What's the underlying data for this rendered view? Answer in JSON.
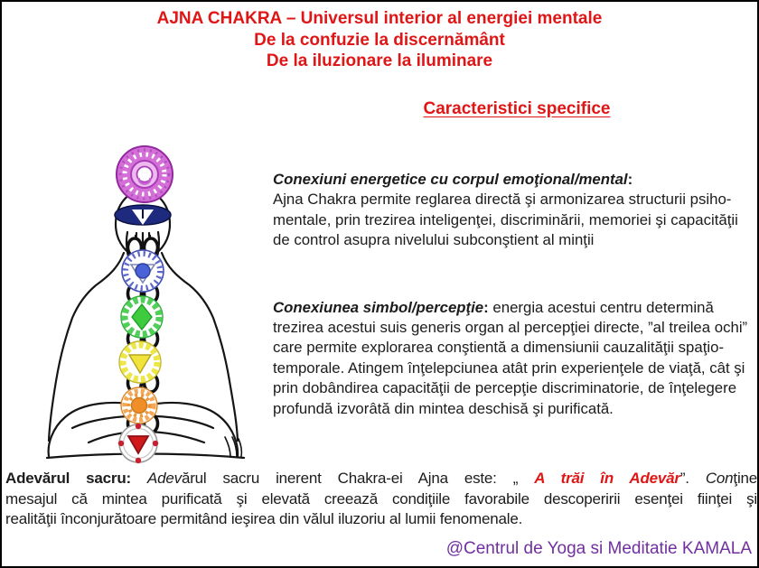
{
  "header": {
    "title_lines": [
      "AJNA CHAKRA – Universul interior al energiei mentale",
      "De la confuzie la discernământ",
      "De la iluzionare la iluminare"
    ],
    "subtitle": "Caracteristici specifice"
  },
  "colors": {
    "title_red": "#e01616",
    "body_text": "#1c1c1c",
    "highlight_red": "#e01616",
    "footer_purple": "#7030a0"
  },
  "sections": {
    "energetic": {
      "heading": "Conexiuni energetice cu corpul emoţional/mental",
      "colon": ":",
      "body": "Ajna Chakra permite reglarea directă şi armonizarea structurii psiho-mentale, prin trezirea inteligenţei, discriminării, memoriei şi capacităţii de control asupra nivelului subconştient al minţii"
    },
    "symbol": {
      "heading": "Conexiunea simbol/percepţie",
      "colon": ":",
      "body": " energia acestui centru determină trezirea acestui suis generis organ al percepţiei directe, ”al treilea ochi” care permite explorarea conştientă a dimensiunii cauzalităţii spaţio-temporale. Atingem înţelepciunea atât prin experienţele de viaţă, cât şi prin dobândirea  capacităţii de percepţie discriminatorie, de înţelegere profundă  izvorâtă din mintea deschisă şi purificată."
    },
    "sacred": {
      "line1": {
        "lead_bold": "Adevărul sacru:",
        "italic_fragment": "Adev",
        "regular_fragment": "ărul sacru inerent Chakra-ei Ajna este: „ ",
        "highlight": "A trăi în Adevăr",
        "after_highlight": "”. ",
        "con_italic": "Con",
        "con_rest": "ţine"
      },
      "line2": "mesajul că mintea purificată şi elevată creează condiţiile favorabile descoperirii esenţei fiinţei şi",
      "line3": "realităţii înconjurătoare permitând ieşirea din vălul iluzoriu al lumii fenomenale."
    }
  },
  "footer": {
    "credit": "@Centrul de Yoga si Meditatie KAMALA"
  },
  "figure": {
    "description": "meditating-figure-with-seven-chakras",
    "chakras": [
      {
        "name": "sahasrara-crown",
        "color": "#d46fd8"
      },
      {
        "name": "ajna-third-eye",
        "color": "#1d2a7e"
      },
      {
        "name": "vishuddha-throat",
        "color": "#4a62d8"
      },
      {
        "name": "anahata-heart",
        "color": "#3ecb3e"
      },
      {
        "name": "manipura-solar-plexus",
        "color": "#f0e43c"
      },
      {
        "name": "svadhisthana-sacral",
        "color": "#f08e28"
      },
      {
        "name": "muladhara-root",
        "color": "#d01a1a"
      }
    ]
  }
}
